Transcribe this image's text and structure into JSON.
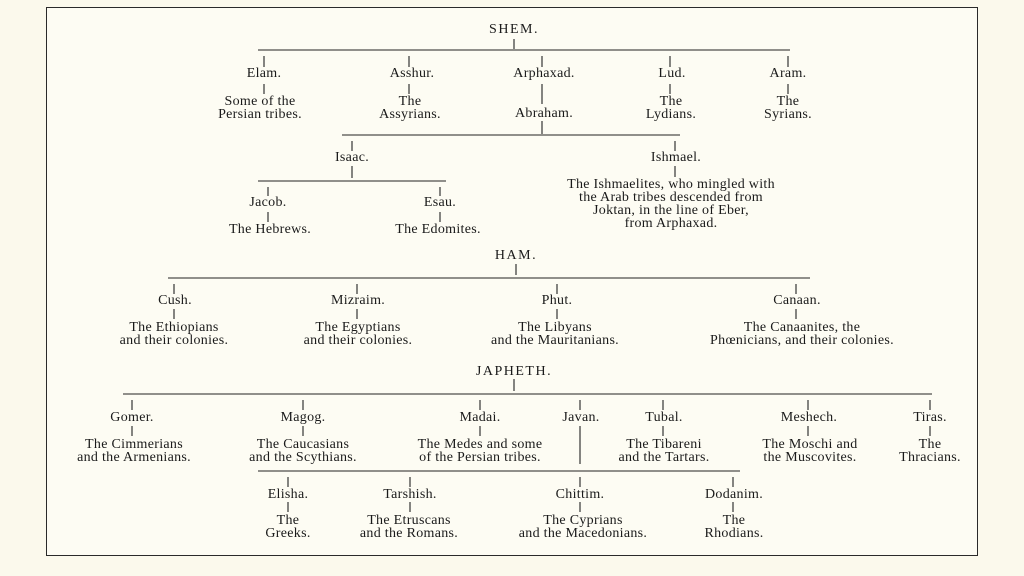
{
  "shem": {
    "title": "SHEM.",
    "elam": {
      "name": "Elam.",
      "desc": [
        "Some of the",
        "Persian tribes."
      ]
    },
    "asshur": {
      "name": "Asshur.",
      "desc": [
        "The",
        "Assyrians."
      ]
    },
    "arphaxad": {
      "name": "Arphaxad.",
      "child": "Abraham."
    },
    "lud": {
      "name": "Lud.",
      "desc": [
        "The",
        "Lydians."
      ]
    },
    "aram": {
      "name": "Aram.",
      "desc": [
        "The",
        "Syrians."
      ]
    },
    "isaac": "Isaac.",
    "ishmael": {
      "name": "Ishmael.",
      "desc": [
        "The Ishmaelites, who mingled with",
        "the Arab tribes descended from",
        "Joktan, in the line of Eber,",
        "from Arphaxad."
      ]
    },
    "jacob": {
      "name": "Jacob.",
      "desc": "The Hebrews."
    },
    "esau": {
      "name": "Esau.",
      "desc": "The Edomites."
    }
  },
  "ham": {
    "title": "HAM.",
    "cush": {
      "name": "Cush.",
      "desc": [
        "The Ethiopians",
        "and their colonies."
      ]
    },
    "mizraim": {
      "name": "Mizraim.",
      "desc": [
        "The Egyptians",
        "and their colonies."
      ]
    },
    "phut": {
      "name": "Phut.",
      "desc": [
        "The Libyans",
        "and the Mauritanians."
      ]
    },
    "canaan": {
      "name": "Canaan.",
      "desc": [
        "The Canaanites, the",
        "Phœnicians, and their colonies."
      ]
    }
  },
  "japheth": {
    "title": "JAPHETH.",
    "gomer": {
      "name": "Gomer.",
      "desc": [
        "The Cimmerians",
        "and the Armenians."
      ]
    },
    "magog": {
      "name": "Magog.",
      "desc": [
        "The Caucasians",
        "and the Scythians."
      ]
    },
    "madai": {
      "name": "Madai.",
      "desc": [
        "The Medes and some",
        "of the Persian tribes."
      ]
    },
    "javan": {
      "name": "Javan."
    },
    "tubal": {
      "name": "Tubal.",
      "desc": [
        "The Tibareni",
        "and the Tartars."
      ]
    },
    "meshech": {
      "name": "Meshech.",
      "desc": [
        "The Moschi and",
        "the Muscovites."
      ]
    },
    "tiras": {
      "name": "Tiras.",
      "desc": [
        "The",
        "Thracians."
      ]
    },
    "elisha": {
      "name": "Elisha.",
      "desc": [
        "The",
        "Greeks."
      ]
    },
    "tarshish": {
      "name": "Tarshish.",
      "desc": [
        "The Etruscans",
        "and the Romans."
      ]
    },
    "chittim": {
      "name": "Chittim.",
      "desc": [
        "The Cyprians",
        "and the Macedonians."
      ]
    },
    "dodanim": {
      "name": "Dodanim.",
      "desc": [
        "The",
        "Rhodians."
      ]
    }
  }
}
